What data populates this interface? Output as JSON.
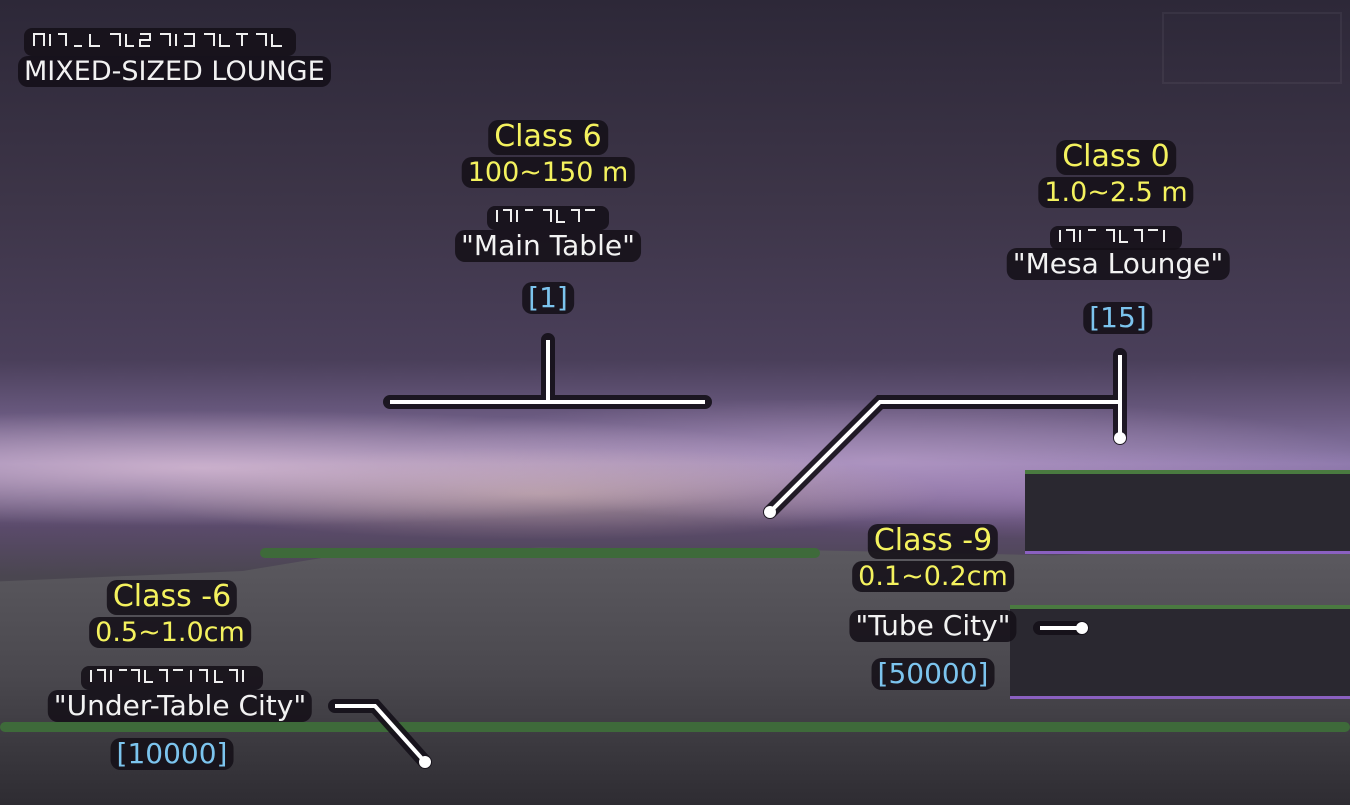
{
  "title": "MIXED-SIZED LOUNGE",
  "labels": [
    {
      "class": "Class 6",
      "size": "100~150 m",
      "name": "\"Main Table\"",
      "count": "[1]"
    },
    {
      "class": "Class 0",
      "size": "1.0~2.5 m",
      "name": "\"Mesa Lounge\"",
      "count": "[15]"
    },
    {
      "class": "Class -9",
      "size": "0.1~0.2cm",
      "name": "\"Tube City\"",
      "count": "[50000]"
    },
    {
      "class": "Class -6",
      "size": "0.5~1.0cm",
      "name": "\"Under-Table City\"",
      "count": "[10000]"
    }
  ],
  "colors": {
    "class": "#f4f25e",
    "count": "#7cc4ee",
    "name": "#f2f2f2"
  }
}
